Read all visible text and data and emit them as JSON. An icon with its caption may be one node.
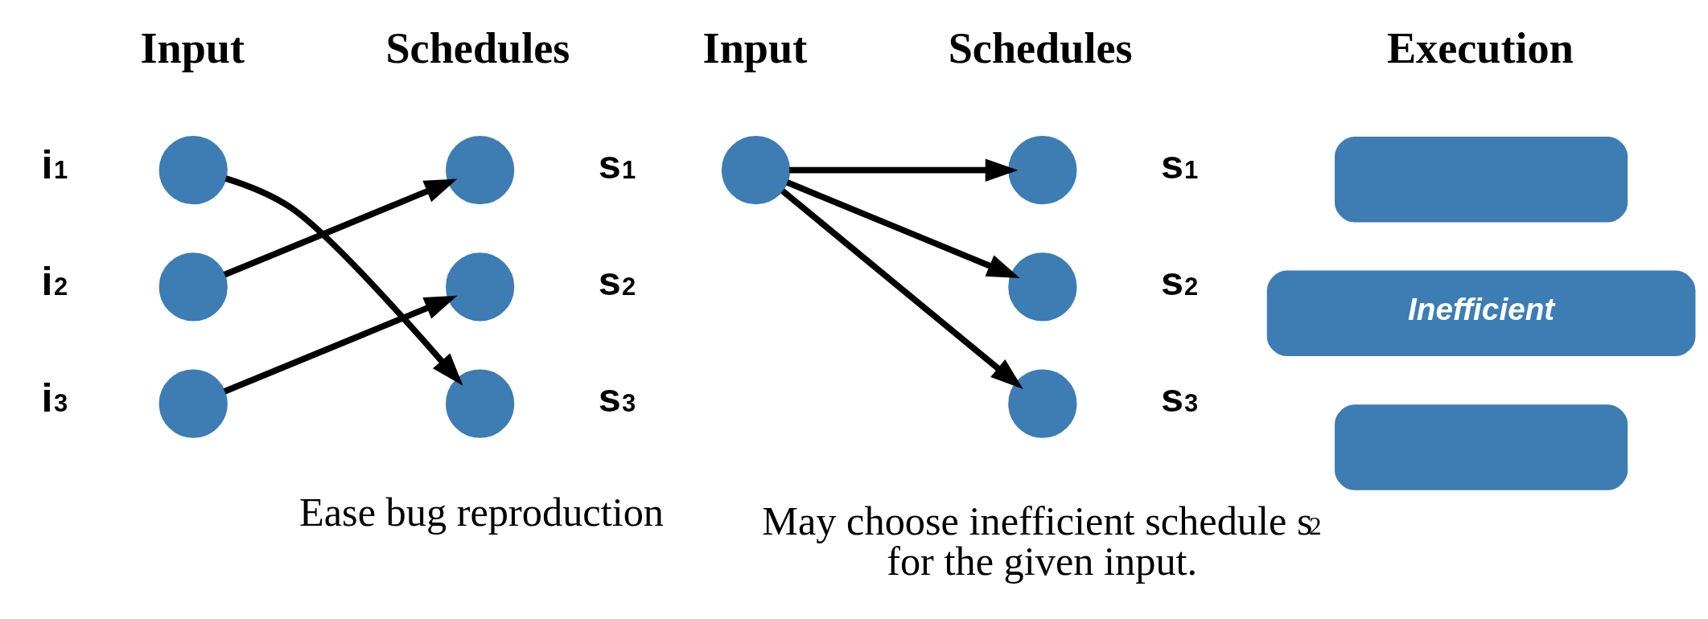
{
  "diagram": {
    "nodes": [
      {
        "text": [],
        "shape": "circle",
        "beside": [
          "i$_{1}$"
        ]
      },
      {
        "text": [],
        "shape": "circle",
        "beside": [
          "i$_{2}$"
        ]
      },
      {
        "text": [],
        "shape": "circle",
        "beside": [
          "i$_{3}$"
        ]
      },
      {
        "text": [],
        "shape": "circle",
        "beside": [
          "s$_{1}$"
        ]
      },
      {
        "text": [],
        "shape": "circle",
        "beside": [
          "s$_{2}$"
        ]
      },
      {
        "text": [],
        "shape": "circle",
        "beside": [
          "s$_{3}$"
        ]
      },
      {
        "text": [],
        "shape": "circle"
      },
      {
        "text": [],
        "shape": "circle",
        "beside": [
          "s$_{1}$"
        ]
      },
      {
        "text": [],
        "shape": "circle",
        "beside": [
          "s$_{2}$"
        ]
      },
      {
        "text": [],
        "shape": "circle",
        "beside": [
          "s$_{3}$"
        ]
      },
      {
        "text": [],
        "shape": "bar"
      },
      {
        "text": [
          "Inefficient"
        ]
      },
      {
        "text": [],
        "shape": "bar"
      }
    ],
    "edges": [
      {
        "from": 0,
        "to": 5,
        "arrow": "to"
      },
      {
        "from": 1,
        "to": 3,
        "arrow": "to"
      },
      {
        "from": 2,
        "to": 4,
        "arrow": "to"
      },
      {
        "from": 6,
        "to": 7,
        "arrow": "to"
      },
      {
        "from": 6,
        "to": 8,
        "arrow": "to"
      },
      {
        "from": 6,
        "to": 9,
        "arrow": "to"
      }
    ],
    "labels": [
      "Input",
      "Schedules",
      "Input",
      "Schedules",
      "Execution",
      "Ease bug reproduction",
      "May choose inefficient schedule s$_{2}$ for the given input."
    ]
  }
}
